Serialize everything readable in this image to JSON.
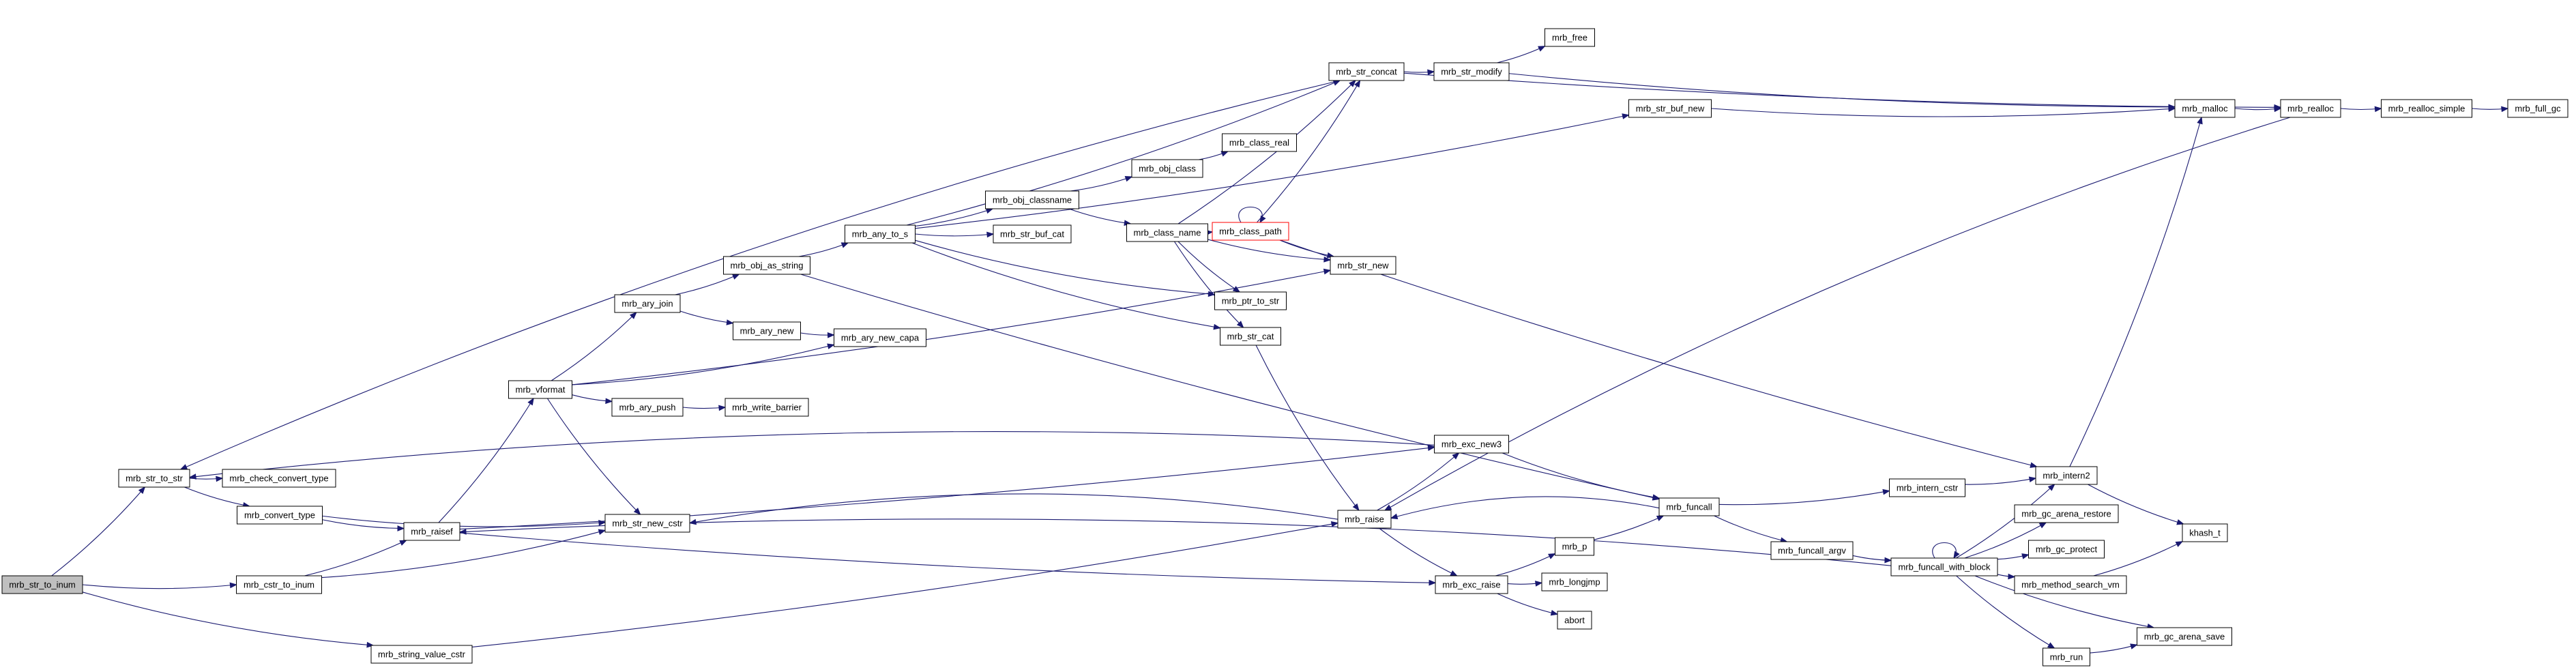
{
  "colors": {
    "edge": "#191970",
    "node_border": "#000000",
    "node_fill": "#ffffff",
    "root_fill": "#bfbfbf",
    "truncated_border": "#ff0000"
  },
  "nodes": [
    {
      "id": "mrb_str_to_inum",
      "label": "mrb_str_to_inum",
      "style": "root"
    },
    {
      "id": "mrb_str_to_str",
      "label": "mrb_str_to_str"
    },
    {
      "id": "mrb_check_convert_type",
      "label": "mrb_check_convert_type"
    },
    {
      "id": "mrb_convert_type",
      "label": "mrb_convert_type"
    },
    {
      "id": "mrb_cstr_to_inum",
      "label": "mrb_cstr_to_inum"
    },
    {
      "id": "mrb_string_value_cstr",
      "label": "mrb_string_value_cstr"
    },
    {
      "id": "mrb_raisef",
      "label": "mrb_raisef"
    },
    {
      "id": "mrb_vformat",
      "label": "mrb_vformat"
    },
    {
      "id": "mrb_str_new_cstr",
      "label": "mrb_str_new_cstr"
    },
    {
      "id": "mrb_ary_join",
      "label": "mrb_ary_join"
    },
    {
      "id": "mrb_ary_new",
      "label": "mrb_ary_new"
    },
    {
      "id": "mrb_ary_new_capa",
      "label": "mrb_ary_new_capa"
    },
    {
      "id": "mrb_ary_push",
      "label": "mrb_ary_push"
    },
    {
      "id": "mrb_write_barrier",
      "label": "mrb_write_barrier"
    },
    {
      "id": "mrb_obj_as_string",
      "label": "mrb_obj_as_string"
    },
    {
      "id": "mrb_any_to_s",
      "label": "mrb_any_to_s"
    },
    {
      "id": "mrb_obj_classname",
      "label": "mrb_obj_classname"
    },
    {
      "id": "mrb_str_buf_cat",
      "label": "mrb_str_buf_cat"
    },
    {
      "id": "mrb_obj_class",
      "label": "mrb_obj_class"
    },
    {
      "id": "mrb_class_real",
      "label": "mrb_class_real"
    },
    {
      "id": "mrb_class_name",
      "label": "mrb_class_name"
    },
    {
      "id": "mrb_class_path",
      "label": "mrb_class_path",
      "style": "truncated"
    },
    {
      "id": "mrb_ptr_to_str",
      "label": "mrb_ptr_to_str"
    },
    {
      "id": "mrb_str_cat",
      "label": "mrb_str_cat"
    },
    {
      "id": "mrb_str_new",
      "label": "mrb_str_new"
    },
    {
      "id": "mrb_str_concat",
      "label": "mrb_str_concat"
    },
    {
      "id": "mrb_str_modify",
      "label": "mrb_str_modify"
    },
    {
      "id": "mrb_free",
      "label": "mrb_free"
    },
    {
      "id": "mrb_str_buf_new",
      "label": "mrb_str_buf_new"
    },
    {
      "id": "mrb_malloc",
      "label": "mrb_malloc"
    },
    {
      "id": "mrb_realloc",
      "label": "mrb_realloc"
    },
    {
      "id": "mrb_realloc_simple",
      "label": "mrb_realloc_simple"
    },
    {
      "id": "mrb_full_gc",
      "label": "mrb_full_gc"
    },
    {
      "id": "mrb_exc_new3",
      "label": "mrb_exc_new3"
    },
    {
      "id": "mrb_raise",
      "label": "mrb_raise"
    },
    {
      "id": "mrb_exc_raise",
      "label": "mrb_exc_raise"
    },
    {
      "id": "mrb_p",
      "label": "mrb_p"
    },
    {
      "id": "mrb_longjmp",
      "label": "mrb_longjmp"
    },
    {
      "id": "abort",
      "label": "abort"
    },
    {
      "id": "mrb_funcall",
      "label": "mrb_funcall"
    },
    {
      "id": "mrb_intern_cstr",
      "label": "mrb_intern_cstr"
    },
    {
      "id": "mrb_intern2",
      "label": "mrb_intern2"
    },
    {
      "id": "khash_t",
      "label": "khash_t"
    },
    {
      "id": "mrb_funcall_argv",
      "label": "mrb_funcall_argv"
    },
    {
      "id": "mrb_funcall_with_block",
      "label": "mrb_funcall_with_block"
    },
    {
      "id": "mrb_gc_arena_restore",
      "label": "mrb_gc_arena_restore"
    },
    {
      "id": "mrb_gc_protect",
      "label": "mrb_gc_protect"
    },
    {
      "id": "mrb_method_search_vm",
      "label": "mrb_method_search_vm"
    },
    {
      "id": "mrb_gc_arena_save",
      "label": "mrb_gc_arena_save"
    },
    {
      "id": "mrb_run",
      "label": "mrb_run"
    }
  ],
  "edges": [
    [
      "mrb_str_to_inum",
      "mrb_str_to_str"
    ],
    [
      "mrb_str_to_inum",
      "mrb_cstr_to_inum"
    ],
    [
      "mrb_str_to_inum",
      "mrb_string_value_cstr"
    ],
    [
      "mrb_str_to_str",
      "mrb_check_convert_type"
    ],
    [
      "mrb_str_to_str",
      "mrb_convert_type"
    ],
    [
      "mrb_convert_type",
      "mrb_raisef"
    ],
    [
      "mrb_convert_type",
      "mrb_str_new_cstr"
    ],
    [
      "mrb_cstr_to_inum",
      "mrb_raisef"
    ],
    [
      "mrb_cstr_to_inum",
      "mrb_str_new_cstr"
    ],
    [
      "mrb_string_value_cstr",
      "mrb_raise"
    ],
    [
      "mrb_raisef",
      "mrb_vformat"
    ],
    [
      "mrb_raisef",
      "mrb_exc_new3"
    ],
    [
      "mrb_raisef",
      "mrb_exc_raise"
    ],
    [
      "mrb_vformat",
      "mrb_ary_join"
    ],
    [
      "mrb_vformat",
      "mrb_ary_new_capa"
    ],
    [
      "mrb_vformat",
      "mrb_ary_push"
    ],
    [
      "mrb_vformat",
      "mrb_str_new"
    ],
    [
      "mrb_vformat",
      "mrb_str_new_cstr"
    ],
    [
      "mrb_ary_join",
      "mrb_obj_as_string"
    ],
    [
      "mrb_ary_join",
      "mrb_ary_new"
    ],
    [
      "mrb_ary_new",
      "mrb_ary_new_capa"
    ],
    [
      "mrb_ary_push",
      "mrb_write_barrier"
    ],
    [
      "mrb_obj_as_string",
      "mrb_any_to_s"
    ],
    [
      "mrb_obj_as_string",
      "mrb_funcall"
    ],
    [
      "mrb_any_to_s",
      "mrb_str_concat"
    ],
    [
      "mrb_any_to_s",
      "mrb_str_buf_new"
    ],
    [
      "mrb_any_to_s",
      "mrb_obj_classname"
    ],
    [
      "mrb_any_to_s",
      "mrb_str_buf_cat"
    ],
    [
      "mrb_any_to_s",
      "mrb_ptr_to_str"
    ],
    [
      "mrb_any_to_s",
      "mrb_str_cat"
    ],
    [
      "mrb_obj_classname",
      "mrb_obj_class"
    ],
    [
      "mrb_obj_classname",
      "mrb_class_name"
    ],
    [
      "mrb_obj_class",
      "mrb_class_real"
    ],
    [
      "mrb_class_name",
      "mrb_str_concat"
    ],
    [
      "mrb_class_name",
      "mrb_class_path"
    ],
    [
      "mrb_class_name",
      "mrb_str_new"
    ],
    [
      "mrb_class_name",
      "mrb_ptr_to_str"
    ],
    [
      "mrb_class_name",
      "mrb_str_cat"
    ],
    [
      "mrb_class_path",
      "mrb_class_path"
    ],
    [
      "mrb_class_path",
      "mrb_str_concat"
    ],
    [
      "mrb_class_path",
      "mrb_str_new"
    ],
    [
      "mrb_class_path",
      "mrb_intern2"
    ],
    [
      "mrb_str_cat",
      "mrb_raise"
    ],
    [
      "mrb_str_concat",
      "mrb_str_to_str"
    ],
    [
      "mrb_str_concat",
      "mrb_str_modify"
    ],
    [
      "mrb_str_concat",
      "mrb_realloc"
    ],
    [
      "mrb_str_modify",
      "mrb_free"
    ],
    [
      "mrb_str_modify",
      "mrb_malloc"
    ],
    [
      "mrb_str_buf_new",
      "mrb_malloc"
    ],
    [
      "mrb_malloc",
      "mrb_realloc"
    ],
    [
      "mrb_realloc",
      "mrb_realloc_simple"
    ],
    [
      "mrb_realloc",
      "mrb_raise"
    ],
    [
      "mrb_realloc_simple",
      "mrb_full_gc"
    ],
    [
      "mrb_exc_new3",
      "mrb_str_to_str"
    ],
    [
      "mrb_exc_new3",
      "mrb_funcall"
    ],
    [
      "mrb_raise",
      "mrb_exc_new3"
    ],
    [
      "mrb_raise",
      "mrb_str_new_cstr"
    ],
    [
      "mrb_raise",
      "mrb_exc_raise"
    ],
    [
      "mrb_exc_raise",
      "mrb_p"
    ],
    [
      "mrb_exc_raise",
      "mrb_longjmp"
    ],
    [
      "mrb_exc_raise",
      "abort"
    ],
    [
      "mrb_p",
      "mrb_funcall"
    ],
    [
      "mrb_funcall",
      "mrb_raise"
    ],
    [
      "mrb_funcall",
      "mrb_intern_cstr"
    ],
    [
      "mrb_funcall",
      "mrb_funcall_argv"
    ],
    [
      "mrb_intern_cstr",
      "mrb_intern2"
    ],
    [
      "mrb_intern2",
      "mrb_malloc"
    ],
    [
      "mrb_intern2",
      "khash_t"
    ],
    [
      "mrb_funcall_argv",
      "mrb_funcall_with_block"
    ],
    [
      "mrb_funcall_with_block",
      "mrb_funcall_with_block"
    ],
    [
      "mrb_funcall_with_block",
      "mrb_raisef"
    ],
    [
      "mrb_funcall_with_block",
      "mrb_intern2"
    ],
    [
      "mrb_funcall_with_block",
      "mrb_gc_arena_restore"
    ],
    [
      "mrb_funcall_with_block",
      "mrb_gc_protect"
    ],
    [
      "mrb_funcall_with_block",
      "mrb_method_search_vm"
    ],
    [
      "mrb_funcall_with_block",
      "mrb_gc_arena_save"
    ],
    [
      "mrb_funcall_with_block",
      "mrb_run"
    ],
    [
      "mrb_method_search_vm",
      "khash_t"
    ],
    [
      "mrb_run",
      "mrb_gc_arena_save"
    ]
  ]
}
